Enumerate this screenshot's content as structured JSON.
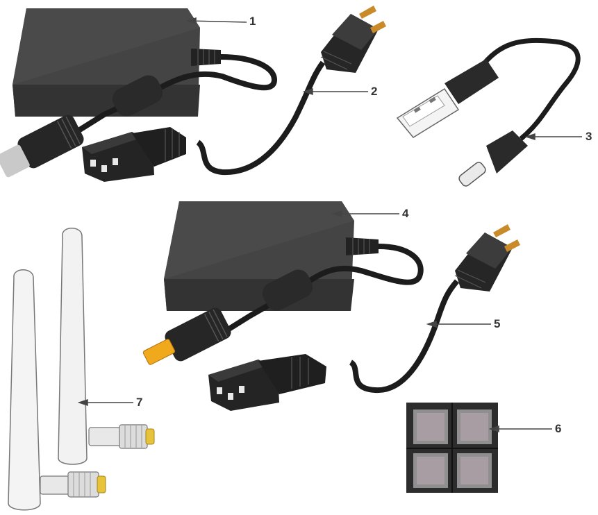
{
  "callouts": [
    {
      "id": "1",
      "label": "1"
    },
    {
      "id": "2",
      "label": "2"
    },
    {
      "id": "3",
      "label": "3"
    },
    {
      "id": "4",
      "label": "4"
    },
    {
      "id": "5",
      "label": "5"
    },
    {
      "id": "6",
      "label": "6"
    },
    {
      "id": "7",
      "label": "7"
    }
  ],
  "colors": {
    "adapter_body": "#3a3a3a",
    "adapter_top": "#474747",
    "cable": "#1c1c1c",
    "plug_prong": "#c98a2a",
    "barrel_silver": "#c9c9c9",
    "barrel_yellow": "#f0a81c",
    "antenna_white": "#f2f2f2",
    "connector_gold": "#e6c33a",
    "leader_line": "#444444"
  }
}
